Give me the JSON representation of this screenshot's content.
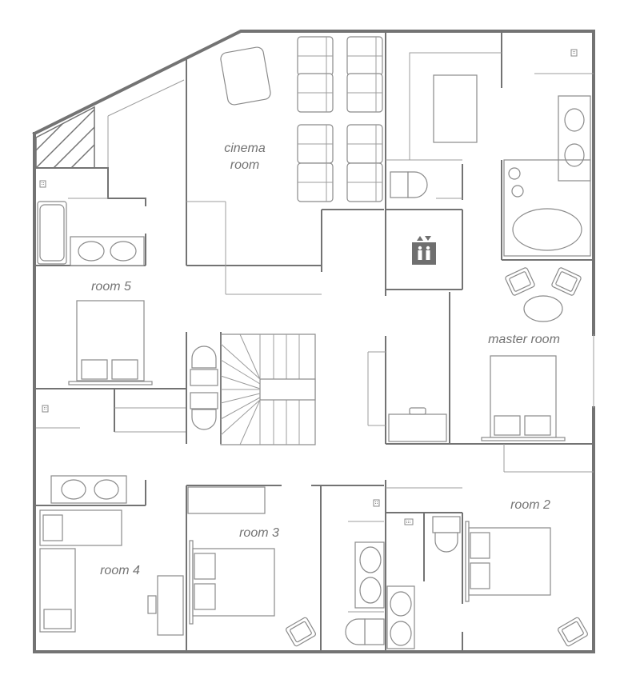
{
  "colors": {
    "wall": "#737373",
    "line": "#9c9c9c",
    "icon": "#6f6f6f",
    "background": "#ffffff"
  },
  "rooms": {
    "cinema_line1": "cinema",
    "cinema_line2": "room",
    "room5": "room 5",
    "master": "master room",
    "room2": "room 2",
    "room3": "room 3",
    "room4": "room 4"
  },
  "icons": [
    "elevator-icon",
    "outlet-icon"
  ]
}
